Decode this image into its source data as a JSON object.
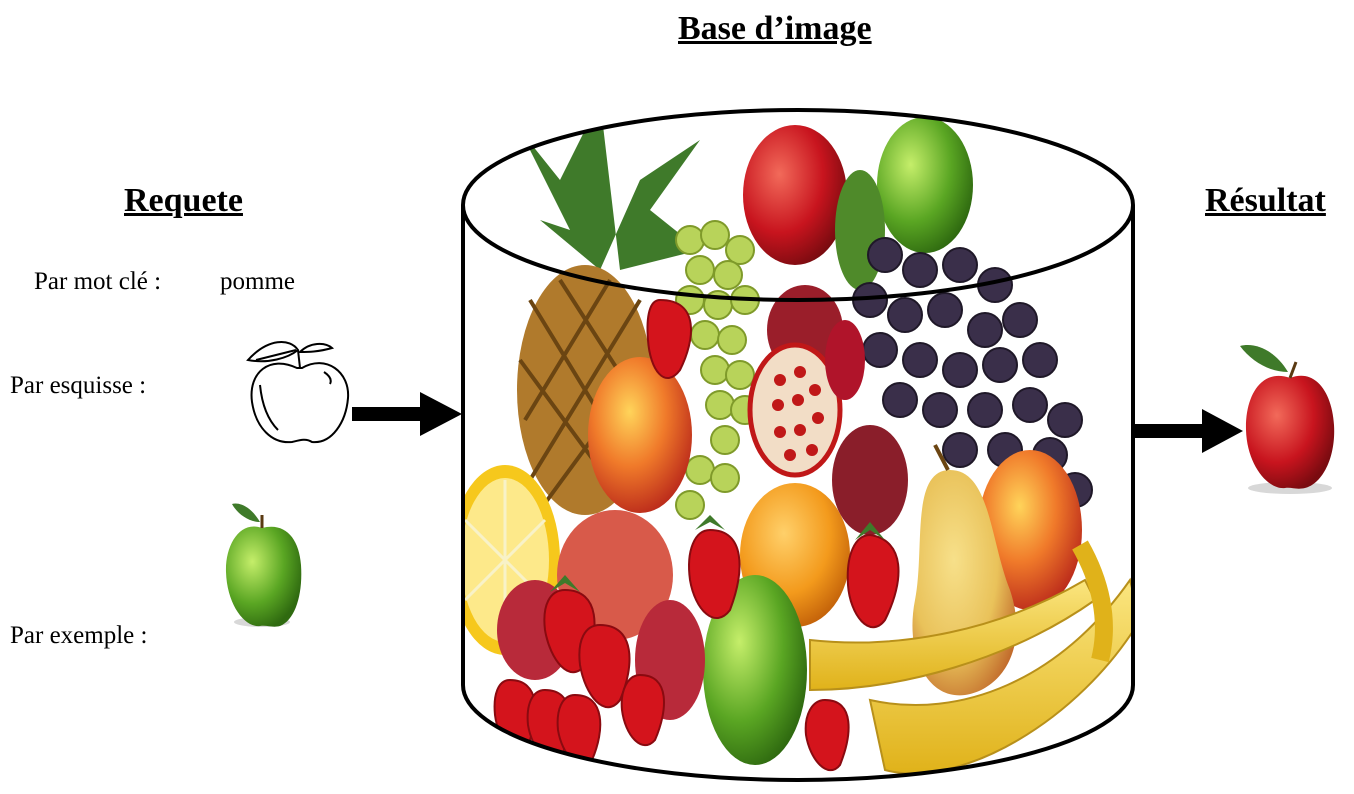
{
  "headings": {
    "database": "Base d’image",
    "query": "Requete",
    "result": "Résultat"
  },
  "query_methods": {
    "keyword_label": "Par mot clé :",
    "keyword_value": "pomme",
    "sketch_label": "Par esquisse :",
    "example_label": "Par exemple :"
  },
  "colors": {
    "arrow": "#000000",
    "red_apple": "#c8141e",
    "green_apple": "#5aa623",
    "pineapple": "#b07a2c",
    "grapes_green": "#b8d35a",
    "grapes_dark": "#3a2f4a",
    "orange": "#f39a1c",
    "banana": "#f6d43a",
    "strawberry": "#d4141c",
    "pear": "#e9c25a",
    "pomegranate": "#c01818"
  },
  "icons": {
    "sketch": "apple-sketch-icon",
    "example": "green-apple-image",
    "result": "red-apple-image",
    "database": "database-cylinder"
  }
}
